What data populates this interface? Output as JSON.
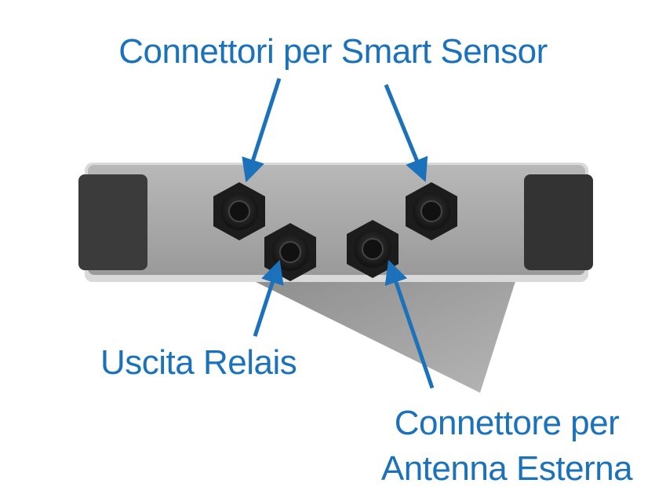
{
  "labels": {
    "smart_sensor": "Connettori per Smart Sensor",
    "relay_output": "Uscita Relais",
    "antenna_line1": "Connettore per",
    "antenna_line2": "Antenna Esterna"
  },
  "colors": {
    "label": "#1b72bb",
    "arrow": "#1b72bb",
    "body": "#a6a6a6",
    "caps": "#3a3a3a"
  }
}
